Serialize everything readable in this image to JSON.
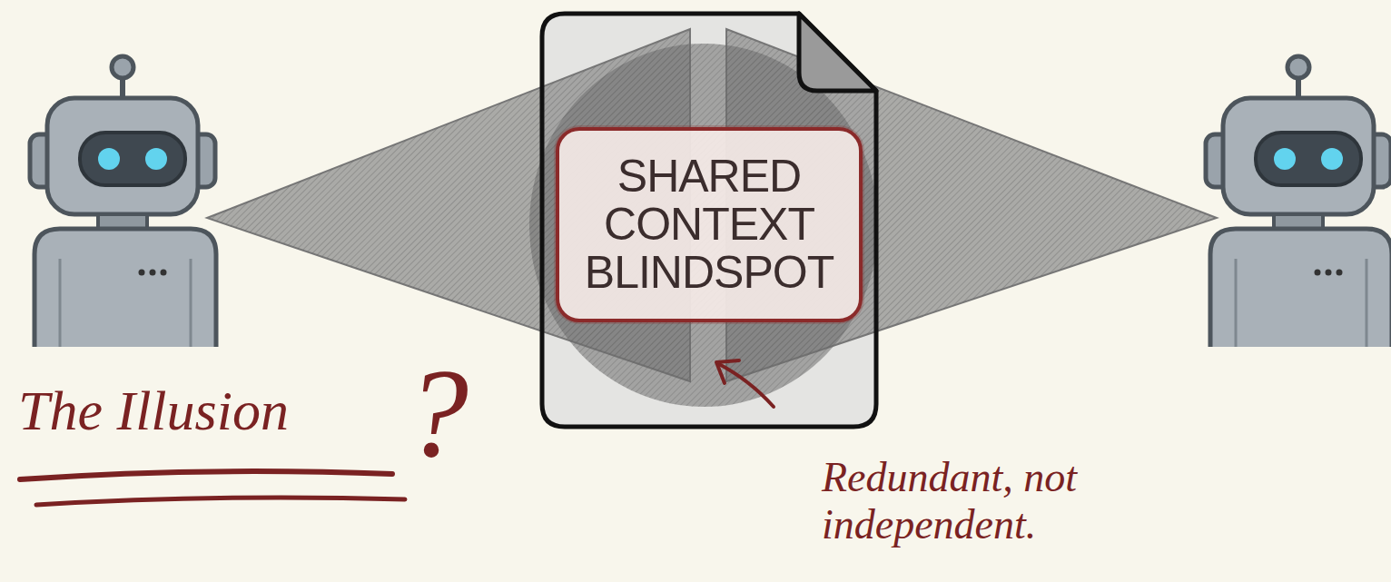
{
  "diagram": {
    "nodes": [
      {
        "text": [
          "SHARED CONTEXT BLINDSPOT"
        ]
      }
    ],
    "labels": [
      "The Illusion",
      "?",
      "Redundant, not independent."
    ]
  }
}
